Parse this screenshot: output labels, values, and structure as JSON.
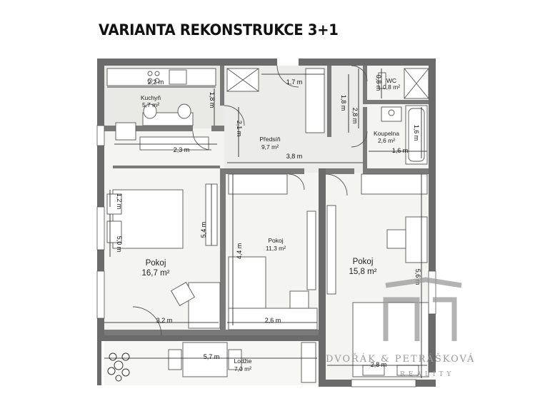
{
  "title": "VARIANTA REKONSTRUKCE 3+1",
  "rooms": {
    "kitchen": {
      "name": "Kuchyň",
      "area": "5,7 m²"
    },
    "hall": {
      "name": "Předsíň",
      "area": "9,7 m²"
    },
    "wc": {
      "name": "WC",
      "area": "0,8 m²"
    },
    "bathroom": {
      "name": "Koupelna",
      "area": "2,6 m²"
    },
    "room_left": {
      "name": "Pokoj",
      "area": "16,7 m²"
    },
    "room_middle": {
      "name": "Pokoj",
      "area": "11,3 m²"
    },
    "room_right": {
      "name": "Pokoj",
      "area": "15,8 m²"
    },
    "loggia": {
      "name": "Lodžie",
      "area": "7,0 m²"
    }
  },
  "dimensions": {
    "kitchen_width": "2,2 m",
    "kitchen_height": "1,8 m",
    "corridor_width": "2,3 m",
    "hall_height": "2,1 m",
    "entry_width": "1,7 m",
    "hall_width": "3,8 m",
    "hall_depth": "1,8 m",
    "hall_right_height": "2,8 m",
    "wc_height": "0,8 m",
    "bath_height": "1,6 m",
    "bath_width": "1,6 m",
    "left_room_small": "1,2 m",
    "left_room_mid": "5,0 m",
    "left_room_height": "5,4 m",
    "left_room_width": "3,2 m",
    "middle_room_height": "4,4 m",
    "middle_room_width": "2,6 m",
    "right_room_height": "5,6 m",
    "right_room_width": "2,8 m",
    "loggia_width": "5,7 m"
  },
  "watermark": {
    "brand": "DVOŘÁK & PETRÁŠKOVÁ",
    "sub": "REALITY"
  }
}
